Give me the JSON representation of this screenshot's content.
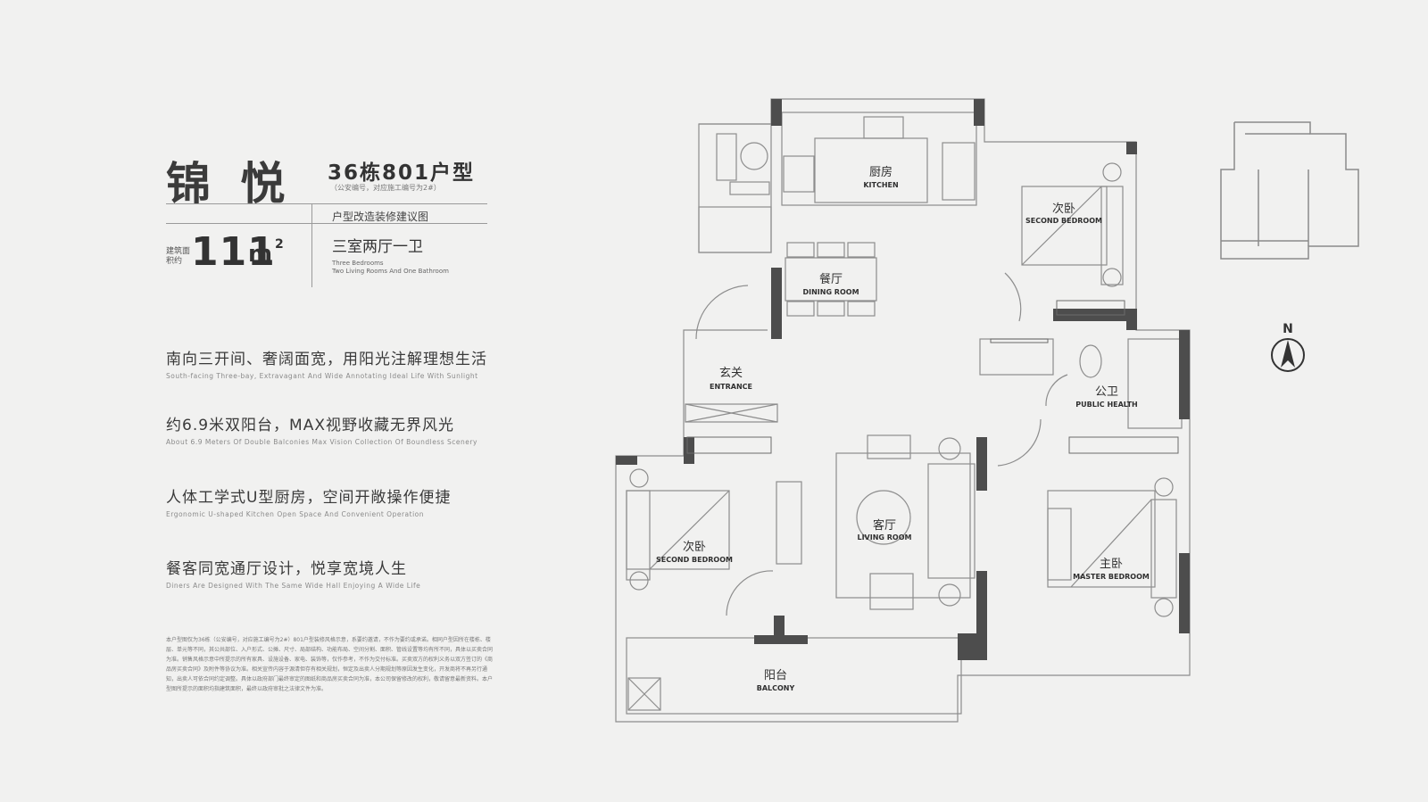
{
  "project": {
    "name": "锦 悦",
    "unit_title": "36栋801户型",
    "unit_note": "（公安编号，对应施工编号为2#）",
    "improve_label": "户型改造装修建议图",
    "area_label": "建筑面积约",
    "area_value": "111",
    "area_unit": "m",
    "area_sup": "2",
    "rooms_cn": "三室两厅一卫",
    "rooms_en_1": "Three Bedrooms",
    "rooms_en_2": "Two Living Rooms And One Bathroom"
  },
  "features": [
    {
      "cn": "南向三开间、奢阔面宽，用阳光注解理想生活",
      "en": "South-facing Three-bay, Extravagant And Wide Annotating Ideal Life With Sunlight"
    },
    {
      "cn": "约6.9米双阳台，MAX视野收藏无界风光",
      "en": "About 6.9 Meters Of Double Balconies Max Vision Collection Of Boundless Scenery"
    },
    {
      "cn": "人体工学式U型厨房，空间开敞操作便捷",
      "en": "Ergonomic U-shaped Kitchen Open Space And Convenient Operation"
    },
    {
      "cn": "餐客同宽通厅设计，悦享宽境人生",
      "en": "Diners Are Designed With The Same Wide Hall Enjoying A Wide Life"
    }
  ],
  "disclaimer": "本户型图仅为36栋（公安编号，对应施工编号为2#）801户型装修风格示意，系要约邀请，不作为要约或承诺。相同户型因所在楼栋、楼层、单元等不同，其公共部位、入户形式、公摊、尺寸、局部结构、功能布局、空间分割、面积、管线设置等均有所不同，具体以买卖合同为准。销售风格示意中所提示的所有家具、设施设备、家电、装饰等，仅作参考，不作为交付标准。买卖双方的权利义务以双方签订的《商品房买卖合同》及附件等协议为准。相关宣传内容于源清但存有相关规划，恒定及出卖人分期规划等原因发生变化，开发商将不再另行通知，出卖人可依合同约定调整。具体以政府部门最终审定的图纸和商品房买卖合同为准，本公司保留修改的权利，敬请留意最新资料。本户型图所提示的面积均指建筑面积，最终以政府审批之法律文件为准。",
  "plan": {
    "rooms": [
      {
        "cn": "厨房",
        "en": "KITCHEN"
      },
      {
        "cn": "次卧",
        "en": "SECOND BEDROOM"
      },
      {
        "cn": "餐厅",
        "en": "DINING ROOM"
      },
      {
        "cn": "玄关",
        "en": "ENTRANCE"
      },
      {
        "cn": "公卫",
        "en": "PUBLIC HEALTH"
      },
      {
        "cn": "客厅",
        "en": "LIVING ROOM"
      },
      {
        "cn": "次卧",
        "en": "SECOND BEDROOM"
      },
      {
        "cn": "主卧",
        "en": "MASTER BEDROOM"
      },
      {
        "cn": "阳台",
        "en": "BALCONY"
      }
    ],
    "north": "N"
  }
}
